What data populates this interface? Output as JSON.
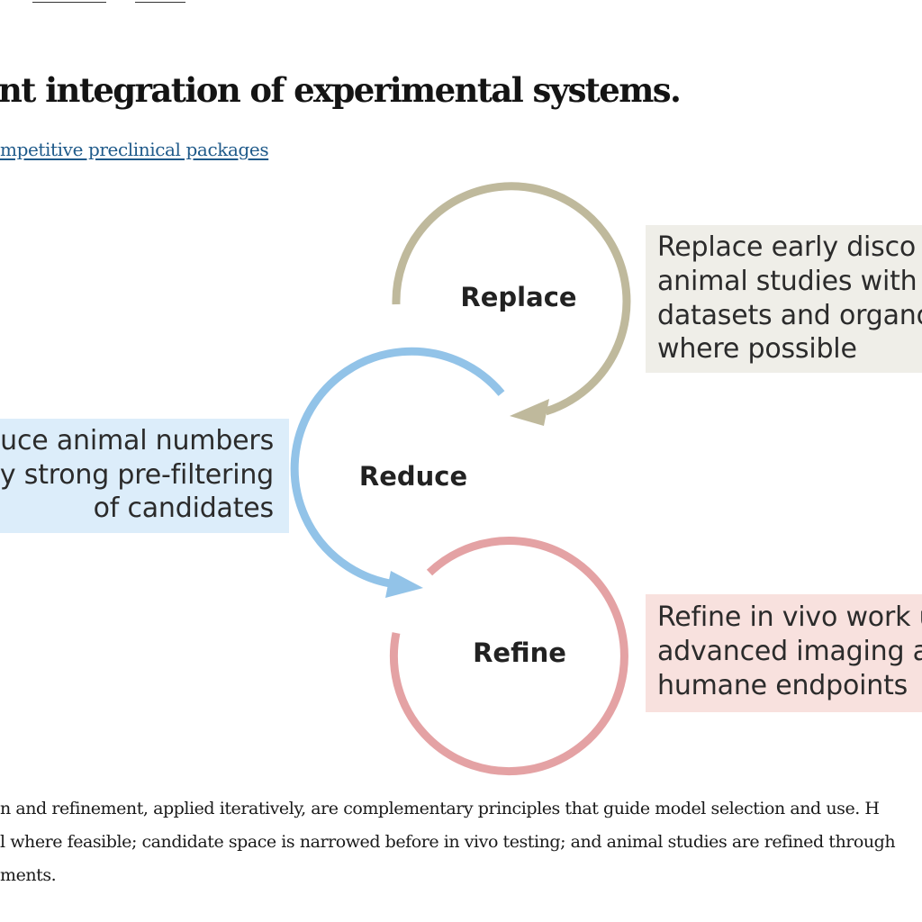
{
  "page": {
    "title": "nt integration of experimental systems.",
    "link_text": "mpetitive preclinical packages"
  },
  "diagram": {
    "cycles": [
      {
        "label": "Replace",
        "color": "#bfb99c"
      },
      {
        "label": "Reduce",
        "color": "#92c3e8"
      },
      {
        "label": "Refine",
        "color": "#e4a2a4"
      }
    ],
    "notes": {
      "replace": {
        "lines": [
          "Replace early disco",
          "animal studies with",
          "datasets and organo",
          "where possible"
        ],
        "bg": "#efeee8"
      },
      "reduce": {
        "lines": [
          "uce animal numbers",
          "y strong pre-filtering",
          "of candidates"
        ],
        "bg": "#dcedfa"
      },
      "refine": {
        "lines": [
          "Refine in vivo work u",
          "advanced imaging a",
          "humane endpoints"
        ],
        "bg": "#f8e1de"
      }
    }
  },
  "caption": {
    "lines": [
      "n and refinement, applied iteratively, are complementary principles that guide model selection and use. H",
      "l where feasible; candidate space is narrowed before in vivo testing; and animal studies are refined through",
      "ments."
    ]
  }
}
